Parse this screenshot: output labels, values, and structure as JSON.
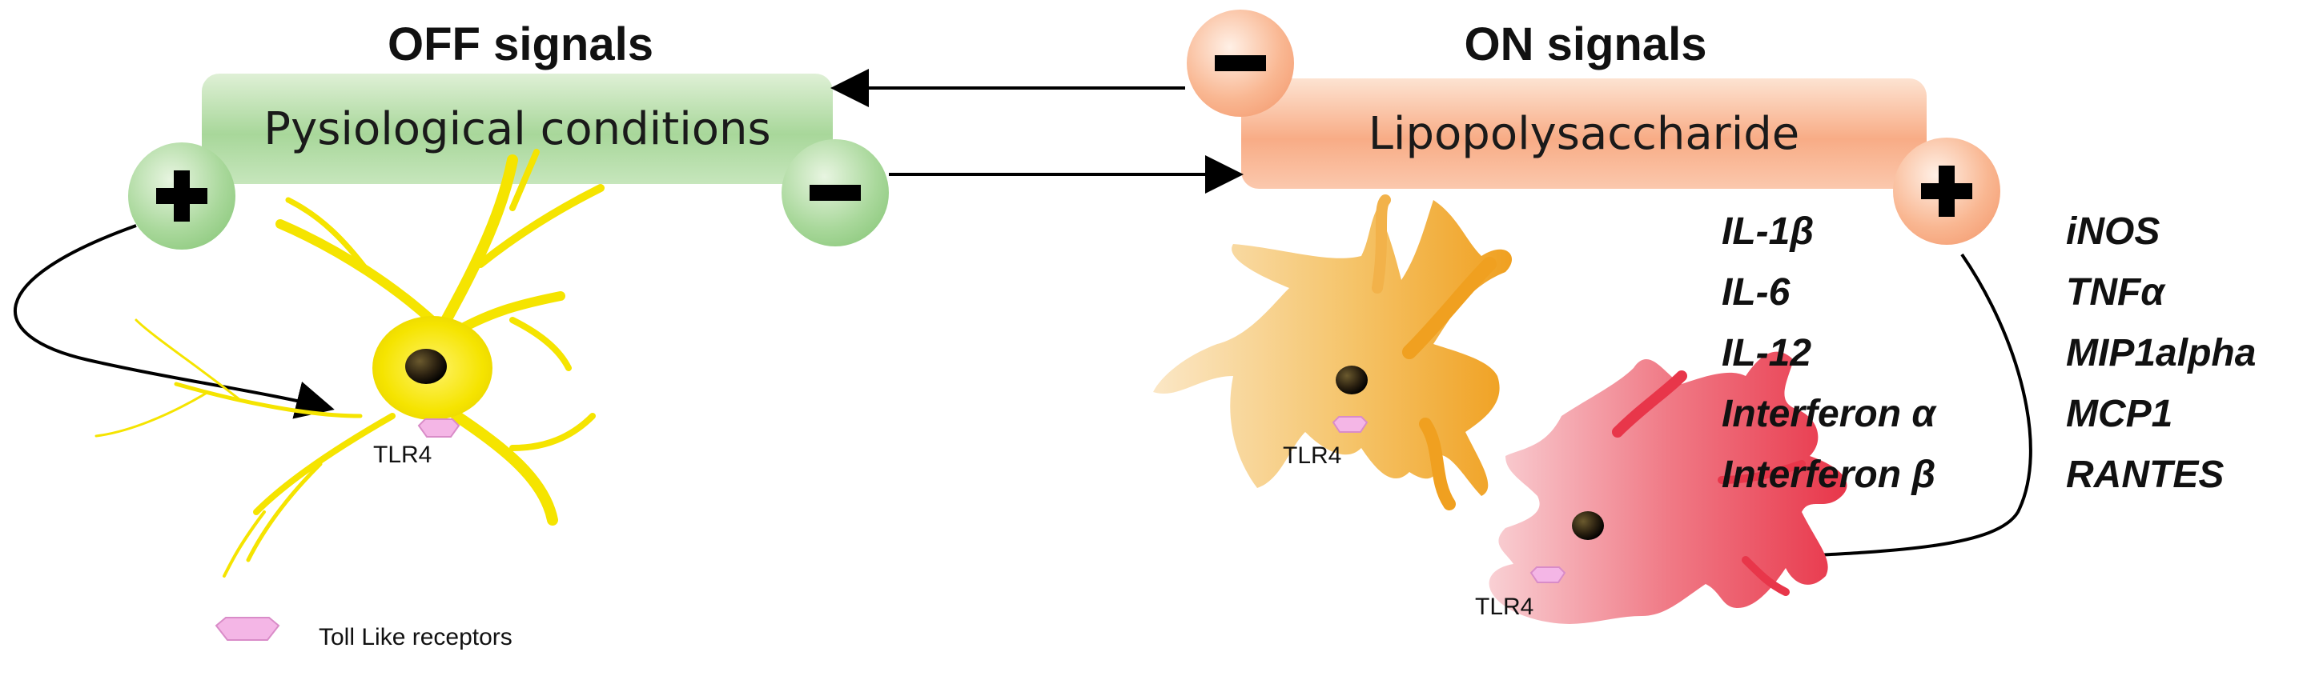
{
  "headings": {
    "off": "OFF signals",
    "on": "ON signals"
  },
  "banners": {
    "off": "Pysiological conditions",
    "on": "Lipopolysaccharide"
  },
  "signs": {
    "plus": "+",
    "minus": "−"
  },
  "receptor_label": "TLR4",
  "cytokines_left": [
    "IL-1β",
    "IL-6",
    "IL-12",
    "Interferon α",
    "Interferon β"
  ],
  "cytokines_right": [
    "iNOS",
    "TNFα",
    "MIP1alpha",
    "MCP1",
    "RANTES"
  ],
  "legend": {
    "label": "Toll Like receptors"
  },
  "colors": {
    "off_banner": "#a8d79a",
    "on_banner": "#f8ac86",
    "resting_cell": "#f5e400",
    "intermediate_cell": "#f2b24a",
    "activated_cell": "#ec4a5a",
    "receptor": "#f4b6e6"
  }
}
